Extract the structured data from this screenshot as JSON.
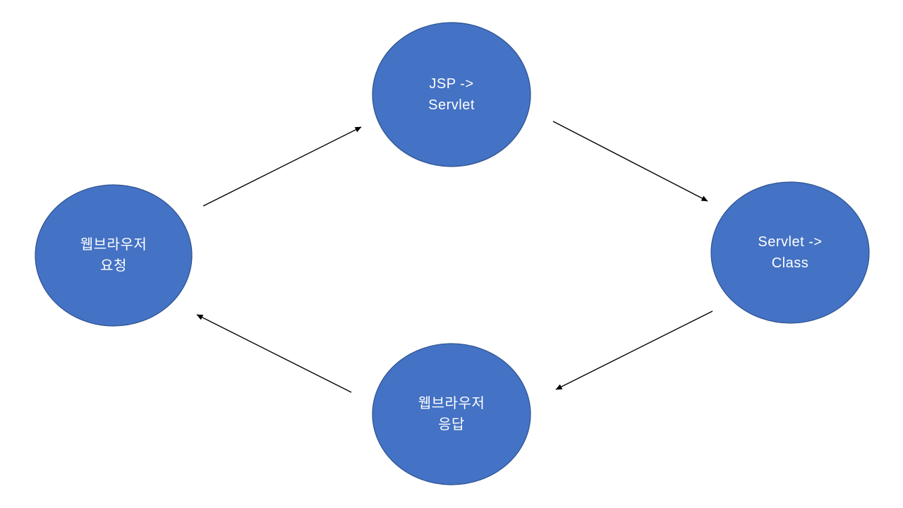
{
  "diagram": {
    "title": "JSP-Servlet request/response cycle",
    "colors": {
      "node_fill": "#4472C4",
      "node_border": "#2F528F",
      "arrow": "#000000",
      "label_text": "#ffffff",
      "background": "#ffffff"
    },
    "nodes": [
      {
        "id": "web-browser-request",
        "line1": "웹브라우저",
        "line2": "요청"
      },
      {
        "id": "jsp-to-servlet",
        "line1": "JSP ->",
        "line2": "Servlet"
      },
      {
        "id": "servlet-to-class",
        "line1": "Servlet ->",
        "line2": "Class"
      },
      {
        "id": "web-browser-response",
        "line1": "웹브라우저",
        "line2": "응답"
      }
    ],
    "arrows": [
      {
        "id": "request-to-jsp",
        "from": "web-browser-request",
        "to": "jsp-to-servlet"
      },
      {
        "id": "jsp-to-class",
        "from": "jsp-to-servlet",
        "to": "servlet-to-class"
      },
      {
        "id": "class-to-response",
        "from": "servlet-to-class",
        "to": "web-browser-response"
      },
      {
        "id": "response-to-request",
        "from": "web-browser-response",
        "to": "web-browser-request"
      }
    ]
  }
}
